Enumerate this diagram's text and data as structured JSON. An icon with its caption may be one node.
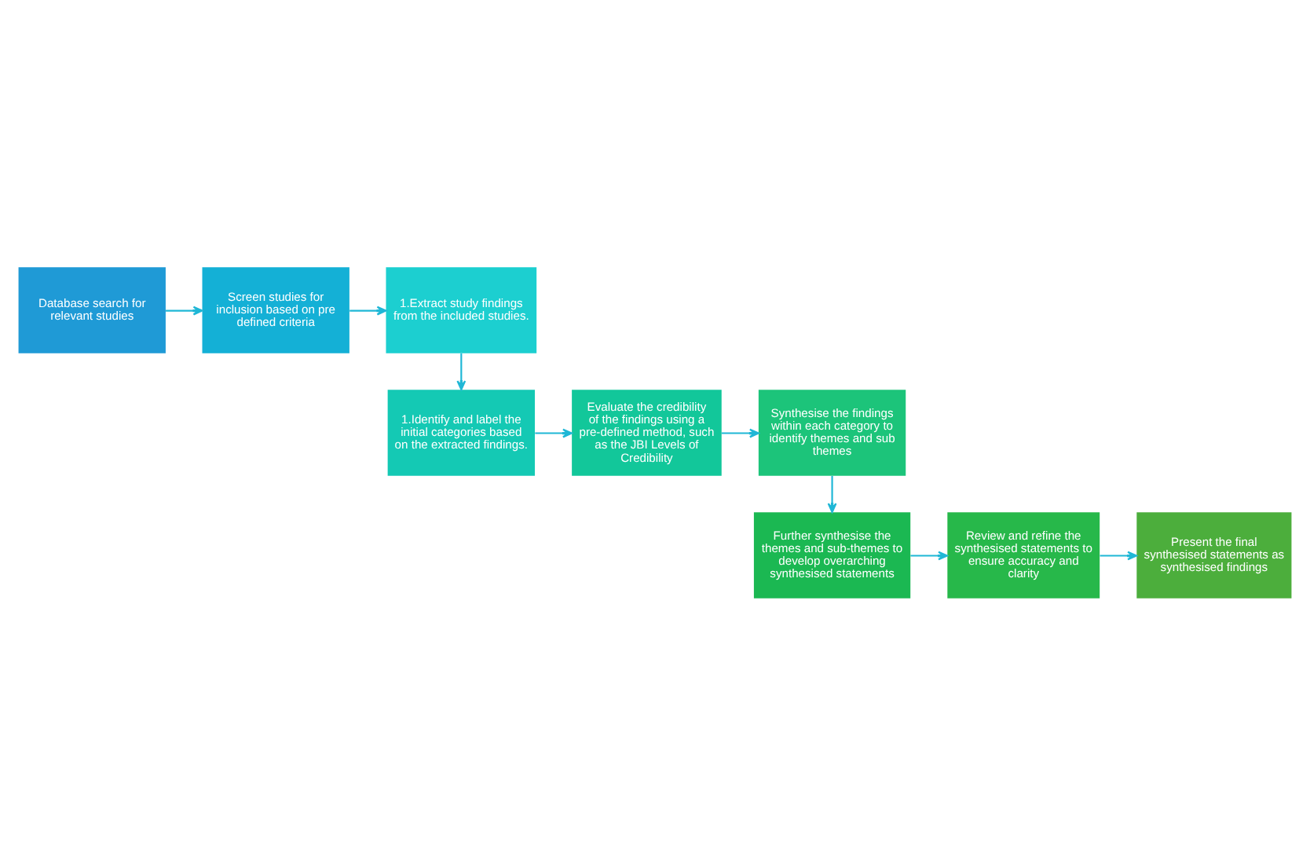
{
  "diagram": {
    "nodes": [
      {
        "text": [
          "Database search for relevant studies"
        ]
      },
      {
        "text": [
          "Screen studies for inclusion based on pre defined criteria"
        ]
      },
      {
        "text": [
          "1.Extract study findings from the included studies."
        ]
      },
      {
        "text": [
          "1.Identify and label the initial categories based on the extracted findings."
        ]
      },
      {
        "text": [
          "Evaluate the credibility of the findings using a pre-defined method, such as the JBI Levels of Credibility"
        ]
      },
      {
        "text": [
          "Synthesise the findings within each category to identify themes and sub themes"
        ]
      },
      {
        "text": [
          "Further synthesise the themes and sub-themes to develop overarching synthesised statements"
        ]
      },
      {
        "text": [
          "Review and refine the synthesised statements to ensure accuracy and clarity"
        ]
      },
      {
        "text": [
          "Present the final synthesised statements as synthesised findings"
        ]
      }
    ],
    "edges": [
      {
        "from": 0,
        "to": 1,
        "arrow": "to"
      },
      {
        "from": 1,
        "to": 2,
        "arrow": "to"
      },
      {
        "from": 2,
        "to": 3,
        "arrow": "to"
      },
      {
        "from": 3,
        "to": 4,
        "arrow": "to"
      },
      {
        "from": 4,
        "to": 5,
        "arrow": "to"
      },
      {
        "from": 5,
        "to": 6,
        "arrow": "to"
      },
      {
        "from": 6,
        "to": 7,
        "arrow": "to"
      },
      {
        "from": 7,
        "to": 8,
        "arrow": "to"
      }
    ]
  }
}
